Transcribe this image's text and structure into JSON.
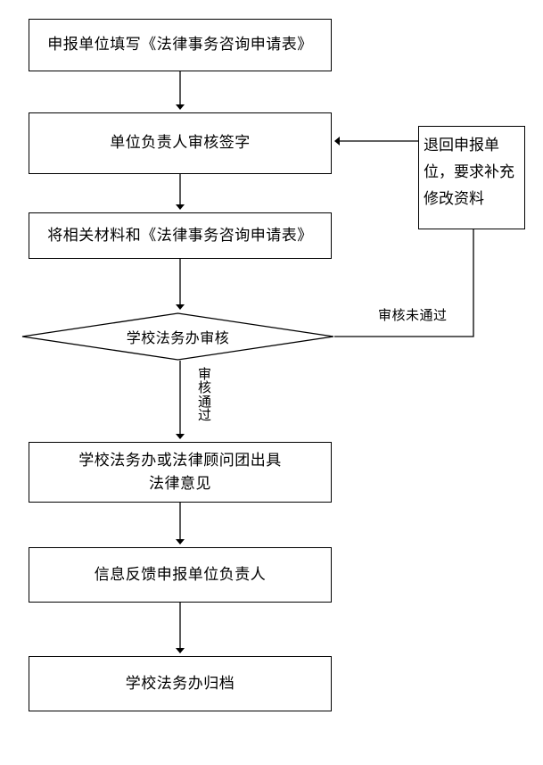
{
  "diagram": {
    "type": "flowchart",
    "title_text_present": false,
    "orientation": "top-to-bottom",
    "colors": {
      "background": "#ffffff",
      "stroke": "#000000",
      "text": "#000000",
      "node_fill": "#ffffff"
    }
  },
  "nodes": {
    "apply": {
      "shape": "rectangle",
      "label": "申报单位填写《法律事务咨询申请表》"
    },
    "sign": {
      "shape": "rectangle",
      "label": "单位负责人审核签字"
    },
    "materials": {
      "shape": "rectangle",
      "label": "将相关材料和《法律事务咨询申请表》"
    },
    "review": {
      "shape": "diamond",
      "label": "学校法务办审核"
    },
    "opinion": {
      "shape": "rectangle",
      "label": "学校法务办或法律顾问团出具\n法律意见"
    },
    "feedback": {
      "shape": "rectangle",
      "label": "信息反馈申报单位负责人"
    },
    "archive": {
      "shape": "rectangle",
      "label": "学校法务办归档"
    },
    "return": {
      "shape": "rectangle",
      "label": "退回申报单位，要求补充修改资料"
    }
  },
  "edges": {
    "reject_label": "审核未通过",
    "pass_label": "审核通过"
  }
}
